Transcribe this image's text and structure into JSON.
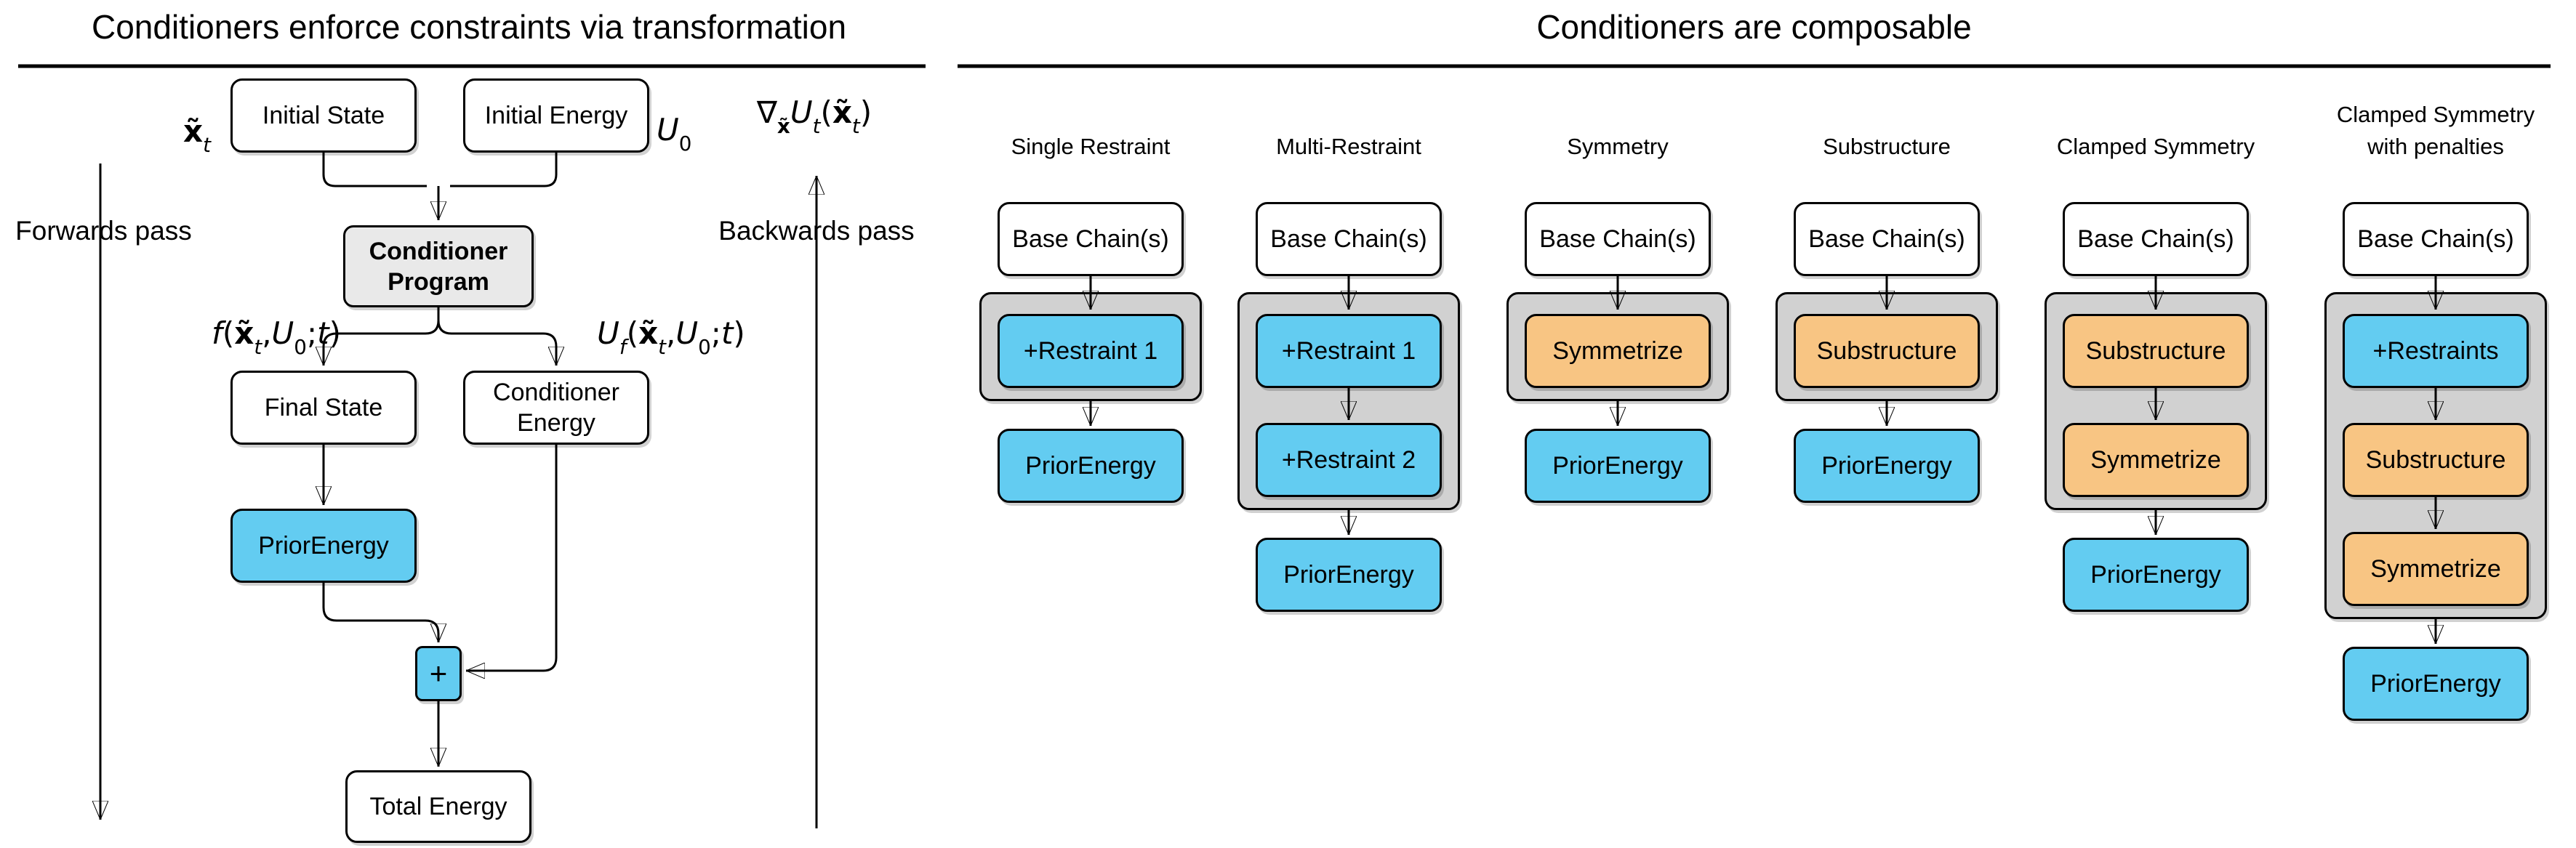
{
  "left_panel": {
    "title": "Conditioners enforce constraints via transformation",
    "forwards_label": "Forwards pass",
    "backwards_label": "Backwards pass",
    "nodes": {
      "initial_state": "Initial State",
      "initial_energy": "Initial Energy",
      "conditioner_program": "Conditioner\nProgram",
      "final_state": "Final State",
      "conditioner_energy": "Conditioner\nEnergy",
      "prior_energy": "PriorEnergy",
      "plus": "+",
      "total_energy": "Total Energy"
    },
    "node_colors": {
      "conditioner_program": "program_gray",
      "prior_energy": "blue",
      "plus": "blue"
    },
    "formulas": {
      "x_t": [
        {
          "t": "x̃",
          "b": true
        },
        {
          "t": "t",
          "sub": true,
          "i": true
        }
      ],
      "u_0": [
        {
          "t": "U",
          "i": true
        },
        {
          "t": "0",
          "sub": true
        }
      ],
      "gradient": [
        {
          "t": "∇"
        },
        {
          "t": "x̃",
          "sub": true,
          "b": true
        },
        {
          "t": "U",
          "i": true
        },
        {
          "t": "t",
          "sub": true,
          "i": true
        },
        {
          "t": "("
        },
        {
          "t": "x̃",
          "b": true
        },
        {
          "t": "t",
          "sub": true,
          "i": true
        },
        {
          "t": ")"
        }
      ],
      "f_output": [
        {
          "t": "f",
          "i": true
        },
        {
          "t": "("
        },
        {
          "t": "x̃",
          "b": true
        },
        {
          "t": "t",
          "sub": true,
          "i": true
        },
        {
          "t": ", "
        },
        {
          "t": "U",
          "i": true
        },
        {
          "t": "0",
          "sub": true
        },
        {
          "t": "; "
        },
        {
          "t": "t",
          "i": true
        },
        {
          "t": ")"
        }
      ],
      "u_f_output": [
        {
          "t": "U",
          "i": true
        },
        {
          "t": "f",
          "sub": true,
          "i": true
        },
        {
          "t": "("
        },
        {
          "t": "x̃",
          "b": true
        },
        {
          "t": "t",
          "sub": true,
          "i": true
        },
        {
          "t": ", "
        },
        {
          "t": "U",
          "i": true
        },
        {
          "t": "0",
          "sub": true
        },
        {
          "t": "; "
        },
        {
          "t": "t",
          "i": true
        },
        {
          "t": ")"
        }
      ]
    }
  },
  "right_panel": {
    "title": "Conditioners are composable",
    "columns": [
      {
        "header": "Single Restraint",
        "base": "Base Chain(s)",
        "group": [
          {
            "label": "+Restraint 1",
            "color": "blue"
          }
        ],
        "output": "PriorEnergy",
        "output_color": "blue"
      },
      {
        "header": "Multi-Restraint",
        "base": "Base Chain(s)",
        "group": [
          {
            "label": "+Restraint 1",
            "color": "blue"
          },
          {
            "label": "+Restraint 2",
            "color": "blue"
          }
        ],
        "output": "PriorEnergy",
        "output_color": "blue"
      },
      {
        "header": "Symmetry",
        "base": "Base Chain(s)",
        "group": [
          {
            "label": "Symmetrize",
            "color": "orange"
          }
        ],
        "output": "PriorEnergy",
        "output_color": "blue"
      },
      {
        "header": "Substructure",
        "base": "Base Chain(s)",
        "group": [
          {
            "label": "Substructure",
            "color": "orange"
          }
        ],
        "output": "PriorEnergy",
        "output_color": "blue"
      },
      {
        "header": "Clamped Symmetry",
        "base": "Base Chain(s)",
        "group": [
          {
            "label": "Substructure",
            "color": "orange"
          },
          {
            "label": "Symmetrize",
            "color": "orange"
          }
        ],
        "output": "PriorEnergy",
        "output_color": "blue"
      },
      {
        "header": "Clamped Symmetry\nwith penalties",
        "base": "Base Chain(s)",
        "group": [
          {
            "label": "+Restraints",
            "color": "blue"
          },
          {
            "label": "Substructure",
            "color": "orange"
          },
          {
            "label": "Symmetrize",
            "color": "orange"
          }
        ],
        "output": "PriorEnergy",
        "output_color": "blue"
      }
    ]
  },
  "colors": {
    "blue": "#63CCF1",
    "orange": "#F8C583",
    "group_gray": "#D1D1D1",
    "program_gray": "#E9E9E9"
  }
}
